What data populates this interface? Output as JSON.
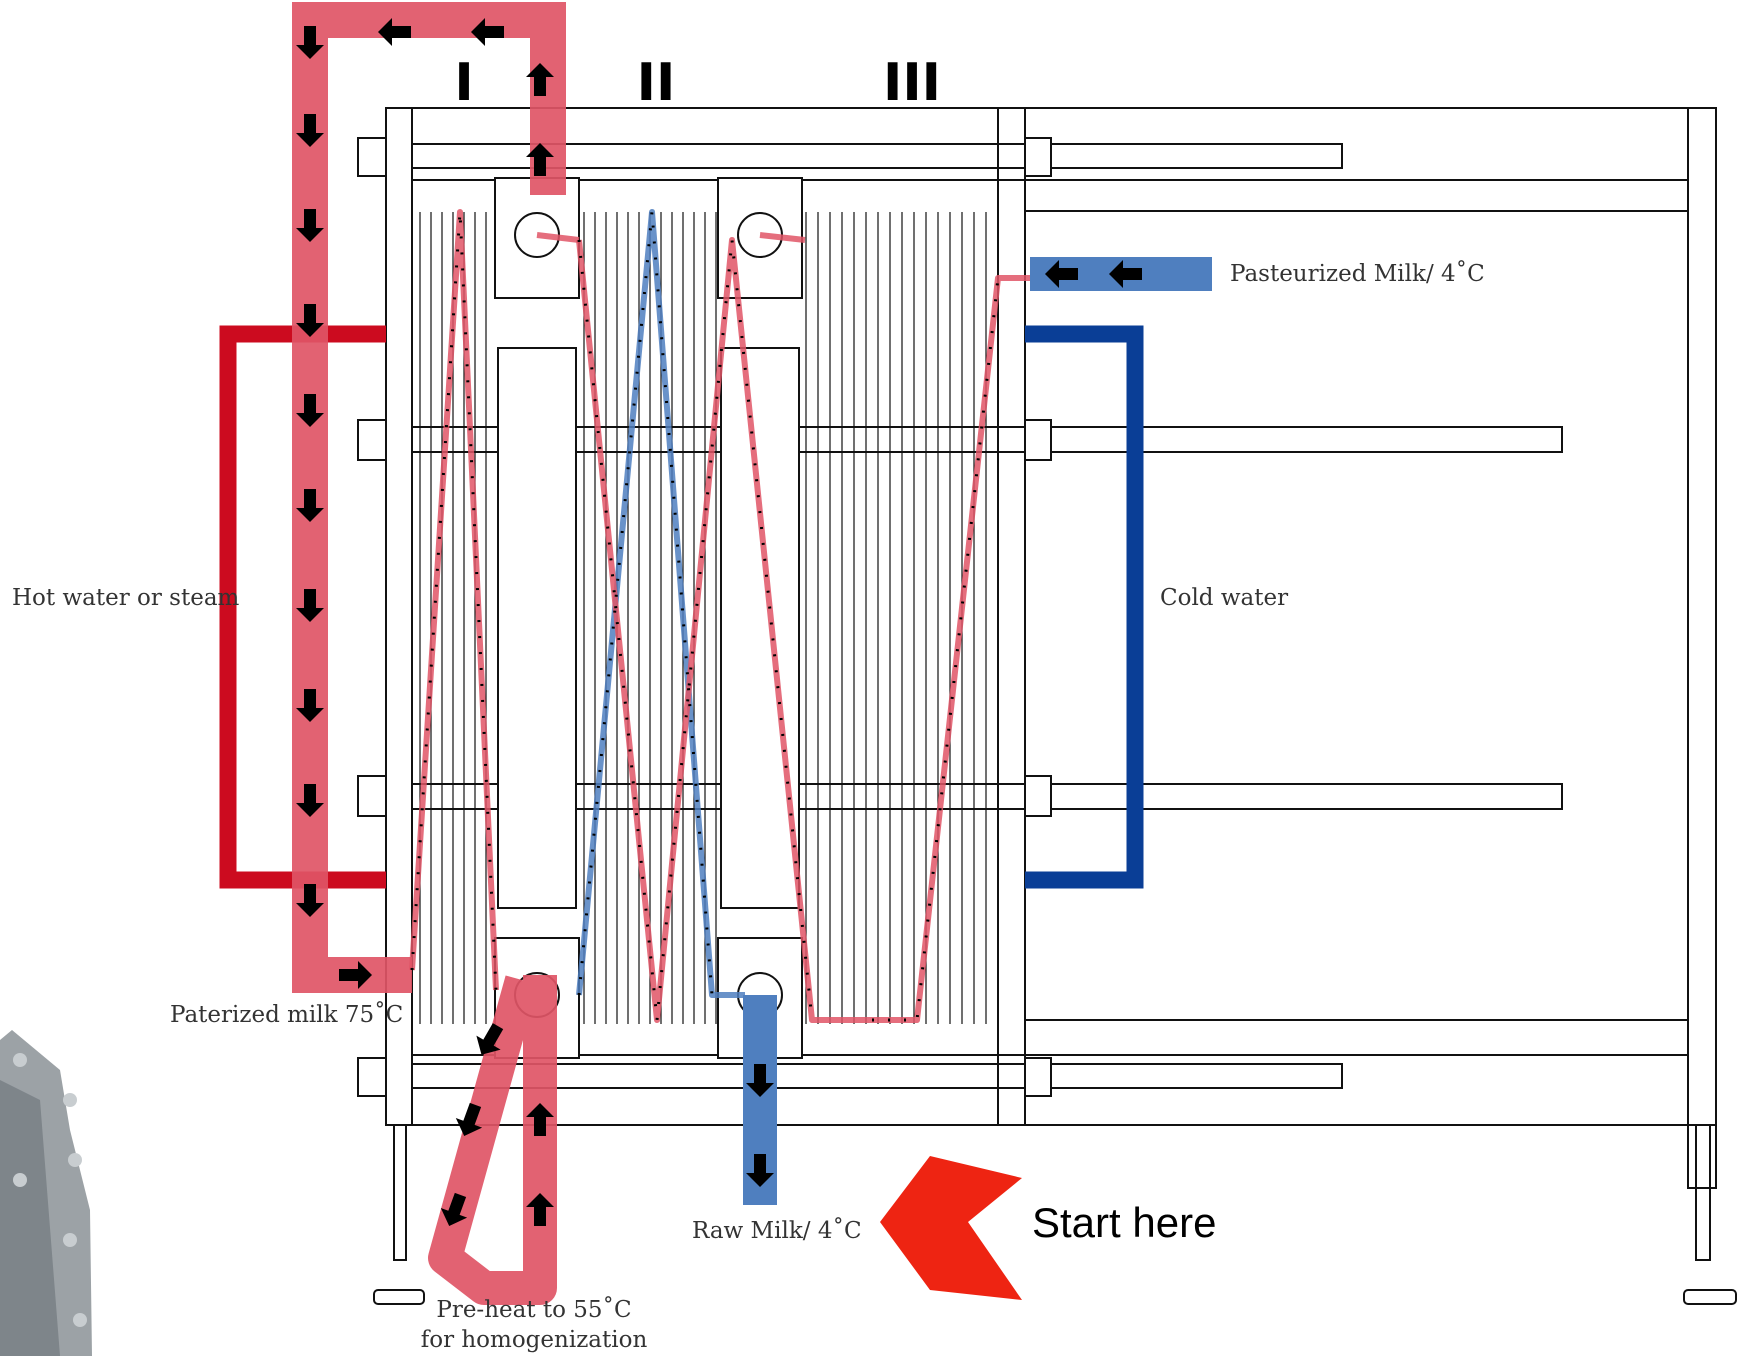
{
  "colors": {
    "hot_loop": "#cc0b1f",
    "milk_flow": "#e05566",
    "cold_loop": "#0a3e96",
    "raw_milk": "#4f7fbf",
    "start_arrow": "#ee2412",
    "frame": "#111111",
    "arrow_glyph": "#000000"
  },
  "sections": [
    "I",
    "II",
    "III"
  ],
  "labels": {
    "hot_water": "Hot water or steam",
    "cold_water": "Cold water",
    "pasteurized_out": "Pasteurized Milk/ 4˚C",
    "pasterized_hot": "Paterized milk 75˚C",
    "raw_milk": "Raw Milk/ 4˚C",
    "preheat_line1": "Pre-heat to 55˚C",
    "preheat_line2": "for homogenization",
    "start": "Start here"
  },
  "icons": [
    "up-arrow-icon",
    "down-arrow-icon",
    "right-arrow-icon",
    "left-arrow-icon",
    "start-arrow-icon",
    "port-icon",
    "bolt-icon"
  ]
}
